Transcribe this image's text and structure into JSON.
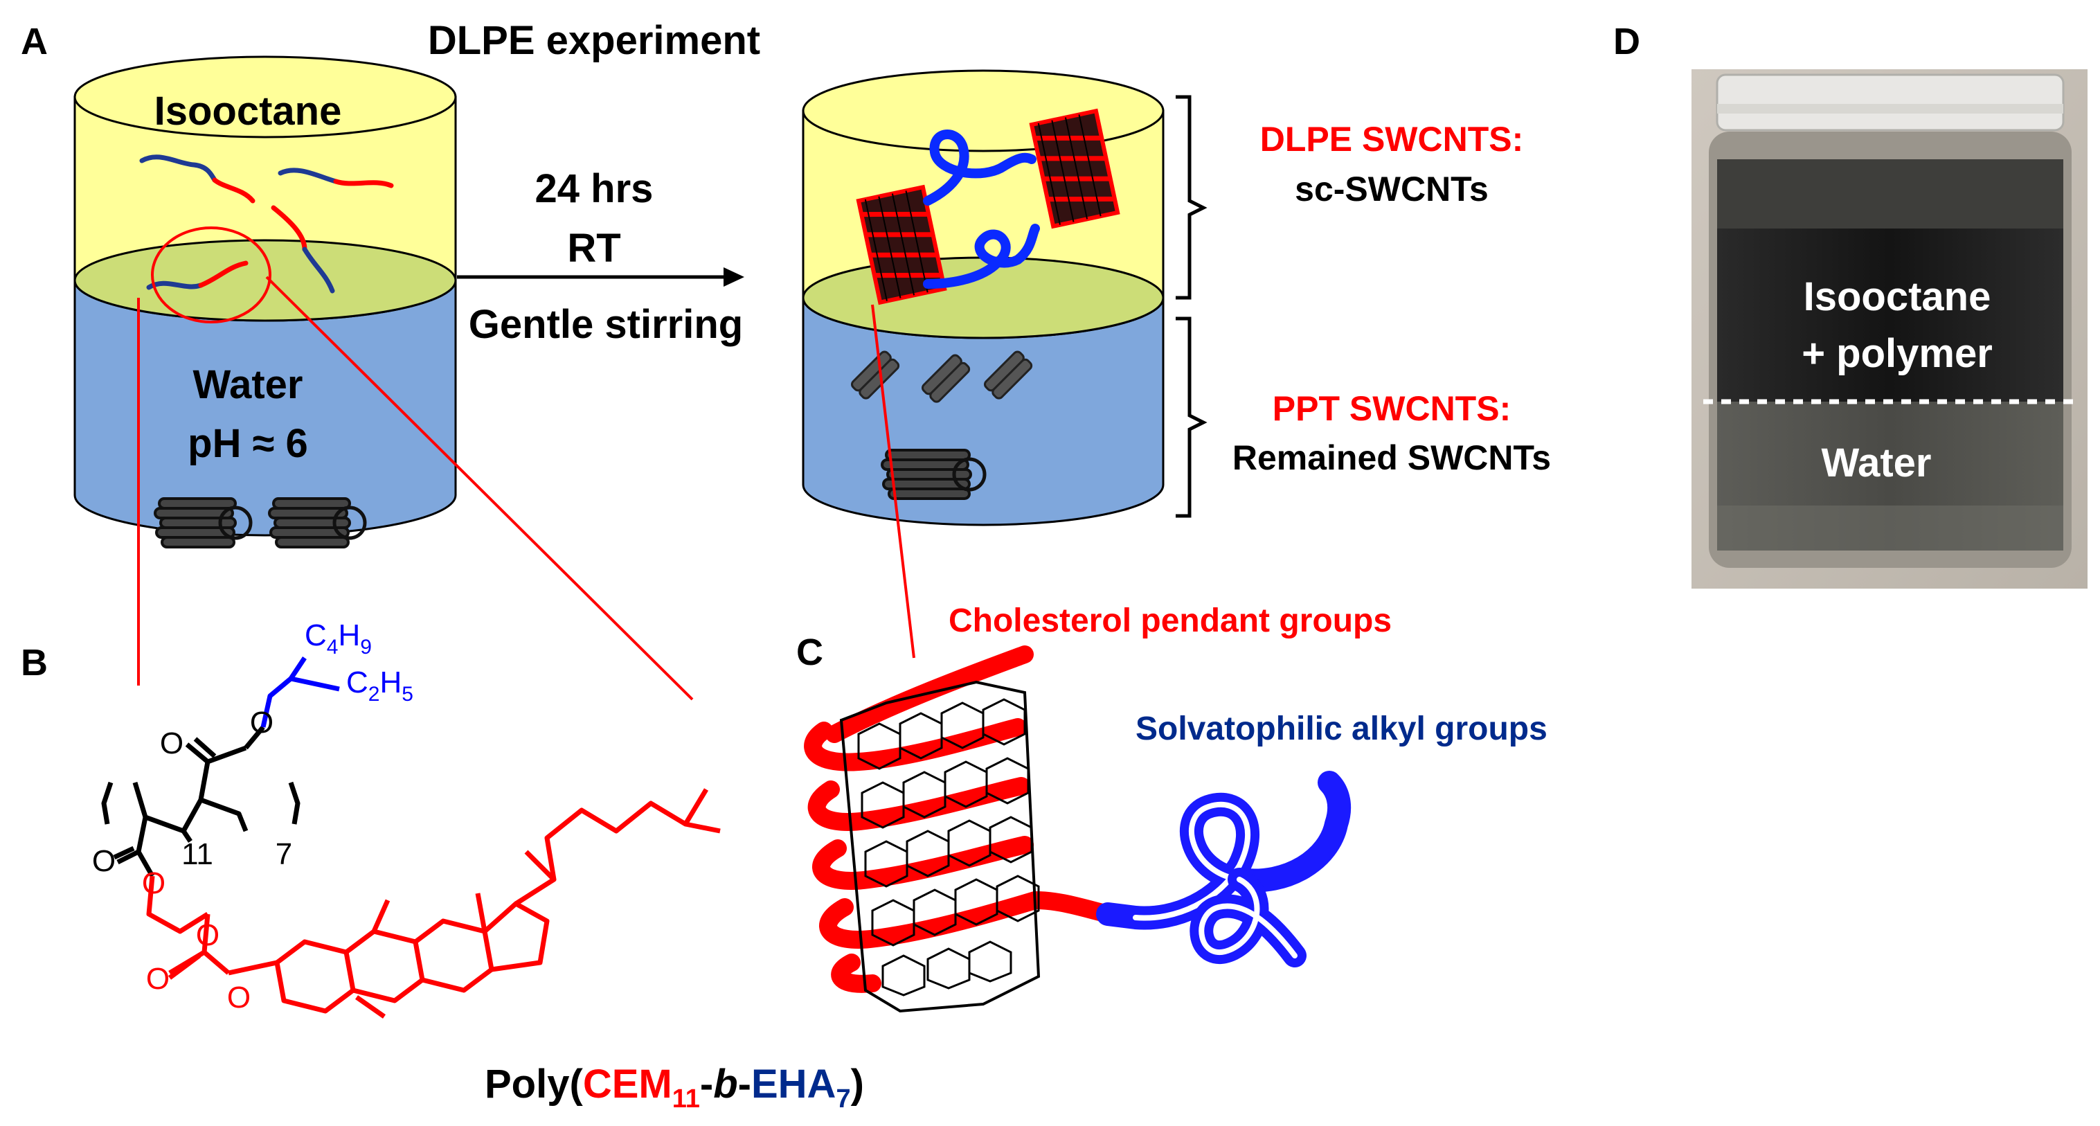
{
  "panels": {
    "a": "A",
    "b": "B",
    "c": "C",
    "d": "D"
  },
  "title": "DLPE experiment",
  "beaker_left": {
    "top_label": "Isooctane",
    "bottom_label_1": "Water",
    "bottom_label_2": "pH ≈ 6"
  },
  "arrow": {
    "line1": "24 hrs",
    "line2": "RT",
    "line3": "Gentle stirring"
  },
  "beaker_right": {
    "top_result_title": "DLPE SWCNTS:",
    "top_result_sub": "sc-SWCNTs",
    "bottom_result_title": "PPT SWCNTS:",
    "bottom_result_sub": "Remained SWCNTs"
  },
  "structure": {
    "sub_c4h9": {
      "c": "C",
      "n": "4",
      "h": "H",
      "m": "9"
    },
    "sub_c2h5": {
      "c": "C",
      "n": "2",
      "h": "H",
      "m": "5"
    },
    "o1": "O",
    "o2": "O",
    "o3": "O",
    "o4": "O",
    "o5": "O",
    "o6": "O",
    "o7": "O",
    "repeat_1": "11",
    "repeat_2": "7",
    "name": {
      "prefix": "Poly(",
      "cem": "CEM",
      "cem_sub": "11",
      "dash1": "-",
      "b": "b",
      "dash2": "-",
      "eha": "EHA",
      "eha_sub": "7",
      "suffix": ")"
    }
  },
  "panel_c": {
    "cholesterol_label": "Cholesterol pendant groups",
    "alkyl_label": "Solvatophilic alkyl groups"
  },
  "photo": {
    "top_line1": "Isooctane",
    "top_line2": "+ polymer",
    "bottom": "Water"
  },
  "colors": {
    "red": "#ff0000",
    "blue": "#0000ff",
    "navy": "#002a8c",
    "yellow": "#ffff99",
    "water": "#7fa7dc",
    "interface": "#ccdd77"
  }
}
